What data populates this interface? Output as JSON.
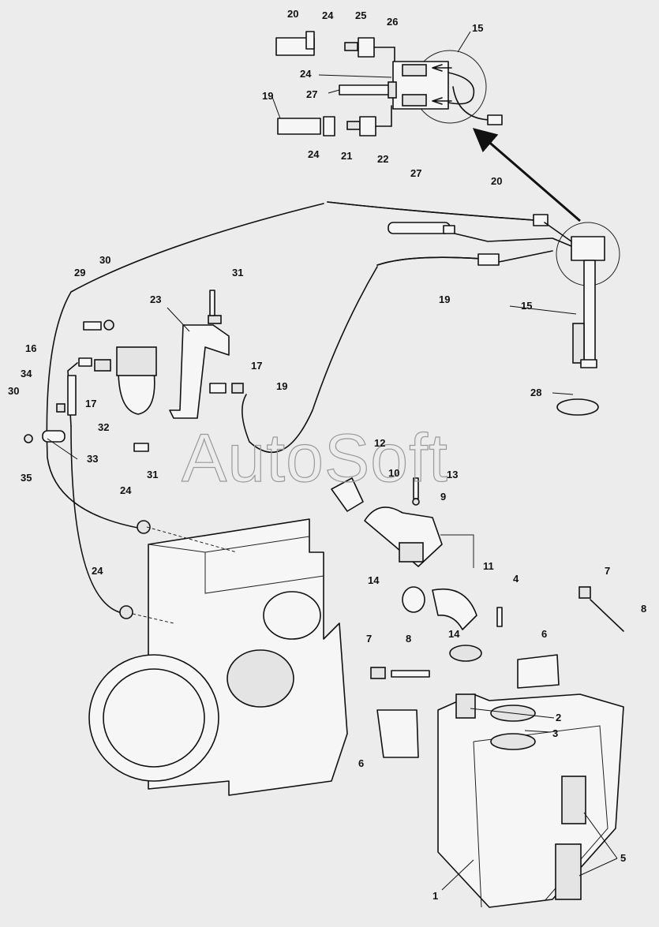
{
  "watermark": "AutoSoft",
  "callouts": [
    {
      "id": "c1",
      "text": "1"
    },
    {
      "id": "c2",
      "text": "2"
    },
    {
      "id": "c3",
      "text": "3"
    },
    {
      "id": "c4",
      "text": "4"
    },
    {
      "id": "c5",
      "text": "5"
    },
    {
      "id": "c6a",
      "text": "6"
    },
    {
      "id": "c6b",
      "text": "6"
    },
    {
      "id": "c7a",
      "text": "7"
    },
    {
      "id": "c7b",
      "text": "7"
    },
    {
      "id": "c8a",
      "text": "8"
    },
    {
      "id": "c8b",
      "text": "8"
    },
    {
      "id": "c9",
      "text": "9"
    },
    {
      "id": "c10",
      "text": "10"
    },
    {
      "id": "c11",
      "text": "11"
    },
    {
      "id": "c12",
      "text": "12"
    },
    {
      "id": "c13",
      "text": "13"
    },
    {
      "id": "c14a",
      "text": "14"
    },
    {
      "id": "c14b",
      "text": "14"
    },
    {
      "id": "c15a",
      "text": "15"
    },
    {
      "id": "c15b",
      "text": "15"
    },
    {
      "id": "c16",
      "text": "16"
    },
    {
      "id": "c17a",
      "text": "17"
    },
    {
      "id": "c17b",
      "text": "17"
    },
    {
      "id": "c19a",
      "text": "19"
    },
    {
      "id": "c19b",
      "text": "19"
    },
    {
      "id": "c19c",
      "text": "19"
    },
    {
      "id": "c20a",
      "text": "20"
    },
    {
      "id": "c20b",
      "text": "20"
    },
    {
      "id": "c21",
      "text": "21"
    },
    {
      "id": "c22",
      "text": "22"
    },
    {
      "id": "c23",
      "text": "23"
    },
    {
      "id": "c24a",
      "text": "24"
    },
    {
      "id": "c24b",
      "text": "24"
    },
    {
      "id": "c24c",
      "text": "24"
    },
    {
      "id": "c24d",
      "text": "24"
    },
    {
      "id": "c24e",
      "text": "24"
    },
    {
      "id": "c25",
      "text": "25"
    },
    {
      "id": "c26",
      "text": "26"
    },
    {
      "id": "c27a",
      "text": "27"
    },
    {
      "id": "c27b",
      "text": "27"
    },
    {
      "id": "c28",
      "text": "28"
    },
    {
      "id": "c29",
      "text": "29"
    },
    {
      "id": "c30a",
      "text": "30"
    },
    {
      "id": "c30b",
      "text": "30"
    },
    {
      "id": "c31a",
      "text": "31"
    },
    {
      "id": "c31b",
      "text": "31"
    },
    {
      "id": "c32",
      "text": "32"
    },
    {
      "id": "c33",
      "text": "33"
    },
    {
      "id": "c34",
      "text": "34"
    },
    {
      "id": "c35",
      "text": "35"
    }
  ]
}
